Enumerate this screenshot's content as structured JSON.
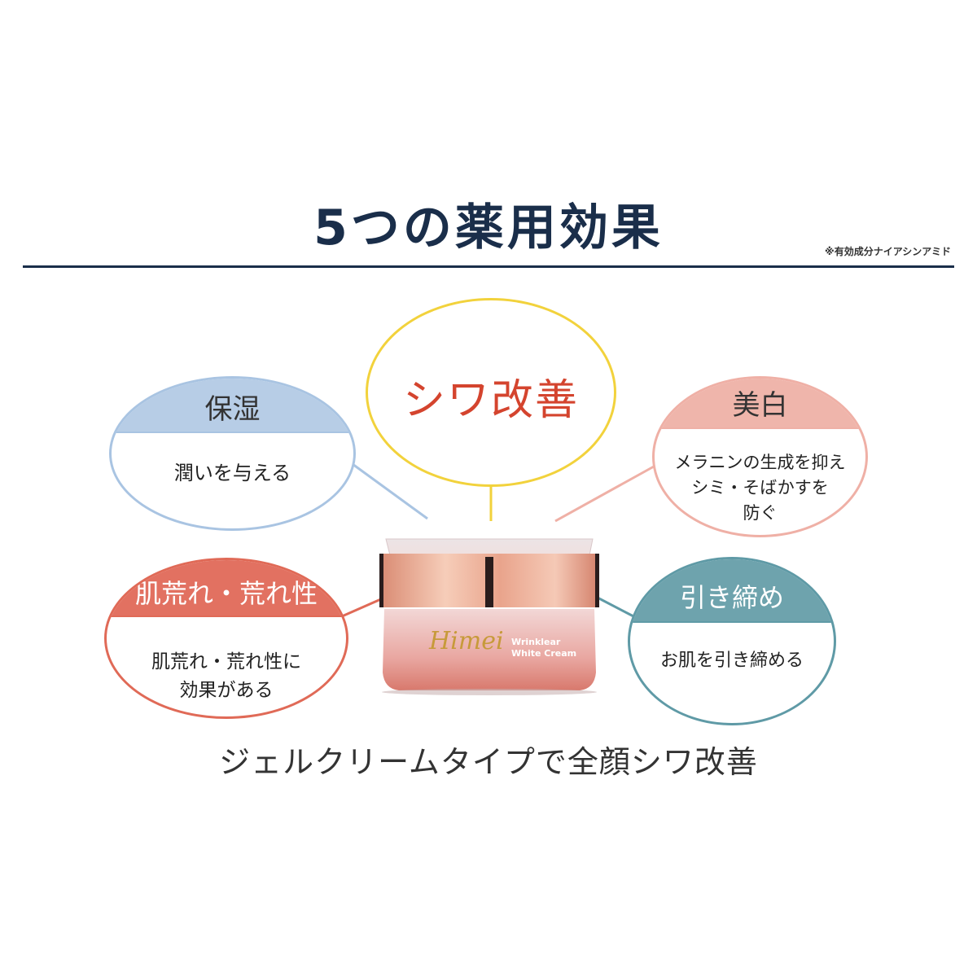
{
  "header": {
    "title": "5つの薬用効果",
    "footnote": "※有効成分ナイアシンアミド"
  },
  "center_effect": {
    "label": "シワ改善",
    "border_color": "#f2d23c",
    "text_color": "#d4442e"
  },
  "effects": [
    {
      "id": "moisture",
      "heading": "保湿",
      "description_lines": [
        "潤いを与える"
      ],
      "color": "#b7cde6",
      "heading_color": "#333333"
    },
    {
      "id": "whitening",
      "heading": "美白",
      "description_lines": [
        "メラニンの生成を抑え",
        "シミ・そばかすを",
        "防ぐ"
      ],
      "color": "#efb5ab",
      "heading_color": "#333333"
    },
    {
      "id": "rough-skin",
      "heading": "肌荒れ・荒れ性",
      "description_lines": [
        "肌荒れ・荒れ性に",
        "効果がある"
      ],
      "color": "#e27161",
      "heading_color": "#ffffff"
    },
    {
      "id": "tightening",
      "heading": "引き締め",
      "description_lines": [
        "お肌を引き締める"
      ],
      "color": "#6ea3ad",
      "heading_color": "#ffffff"
    }
  ],
  "product": {
    "brand": "Himei",
    "name_line1": "Wrinklear",
    "name_line2": "White Cream"
  },
  "tagline": "ジェルクリームタイプで全顔シワ改善"
}
